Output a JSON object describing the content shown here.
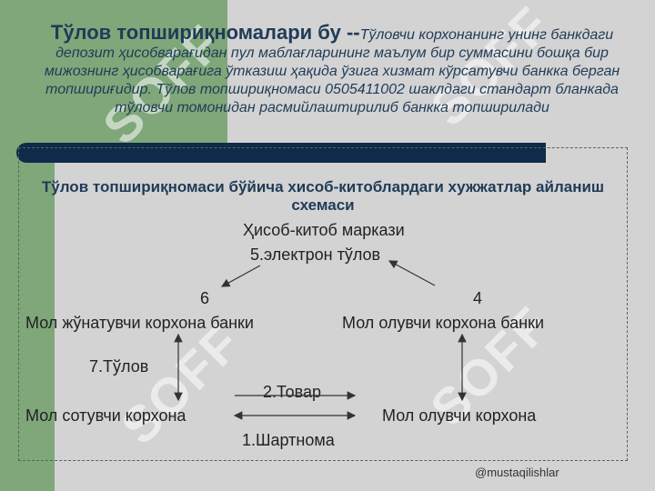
{
  "title": {
    "main": "Тўлов топшириқномалари бу --",
    "body": "Тўловчи корхонанинг унинг банкдаги депозит ҳисобварағидан пул маблағларининг маълум бир суммасини бошқа бир мижознинг ҳисобварағига ўтказиш ҳақида ўзига хизмат кўрсатувчи банкка берган топшириғидир. Тўлов топшириқномаси 0505411002 шаклдаги стандарт бланкада тўловчи томонидан расмийлаштирилиб банкка топширилади"
  },
  "diagram": {
    "subtitle": "Тўлов топшириқномаси бўйича  хисоб-китоблардаги хужжатлар айланиш схемаси",
    "center": "Ҳисоб-китоб маркази",
    "label_5": "5.электрон тўлов",
    "label_6": "6",
    "label_4": "4",
    "payer_bank": "Мол жўнатувчи корхона банки",
    "buyer_bank": "Мол олувчи корхона банки",
    "label_7": "7.Тўлов",
    "label_2": "2.Товар",
    "seller": "Мол сотувчи корхона",
    "buyer": "Мол олувчи корхона",
    "label_1": "1.Шартнома"
  },
  "watermarks": [
    "SOFF",
    "SOFF",
    "SOFF",
    "SOFF"
  ],
  "footer": "@mustaqilishlar"
}
